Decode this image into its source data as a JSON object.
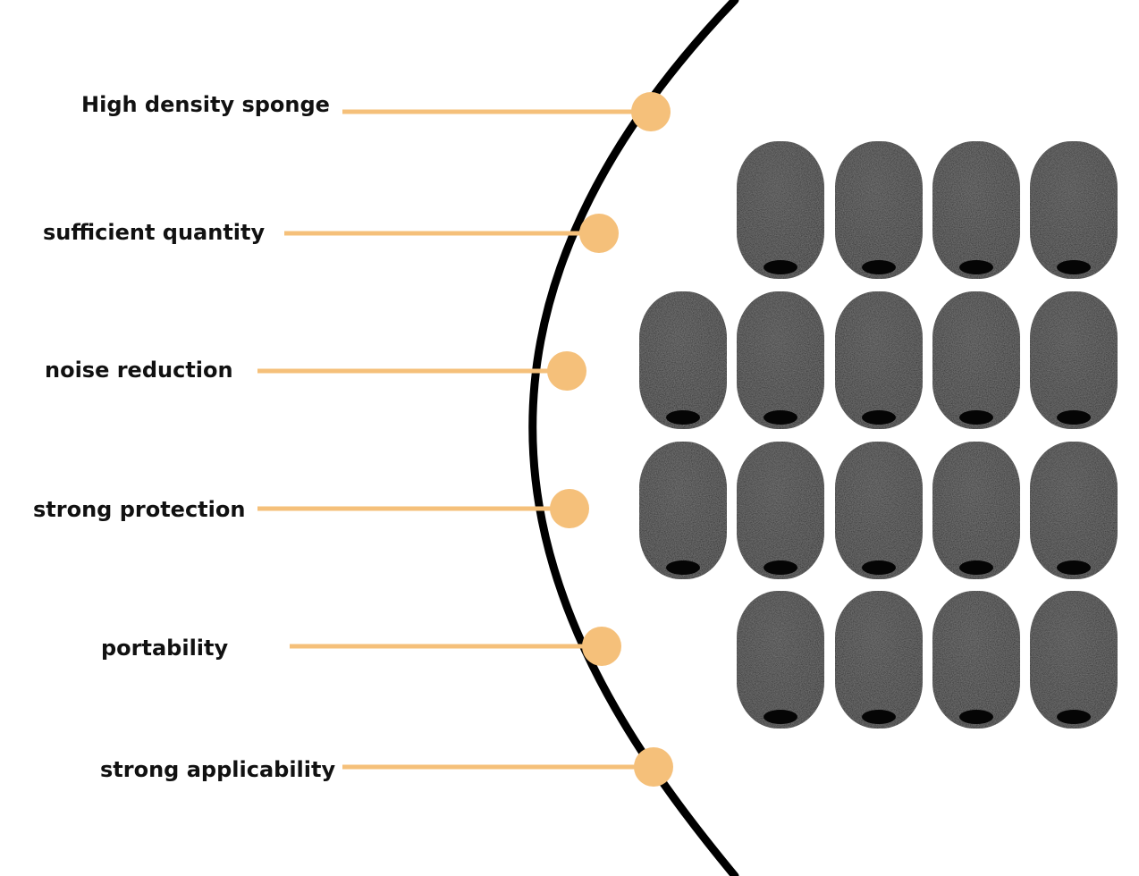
{
  "features": [
    {
      "label": "High density sponge"
    },
    {
      "label": "sufficient quantity"
    },
    {
      "label": "noise reduction"
    },
    {
      "label": "strong protection"
    },
    {
      "label": "portability"
    },
    {
      "label": "strong applicability"
    }
  ],
  "product": {
    "name": "foam-windscreen",
    "rows": [
      4,
      5,
      5,
      4
    ]
  },
  "colors": {
    "accent": "#F5C07A",
    "arc": "#000000",
    "foam": "#1e1e1e",
    "text": "#111111"
  }
}
